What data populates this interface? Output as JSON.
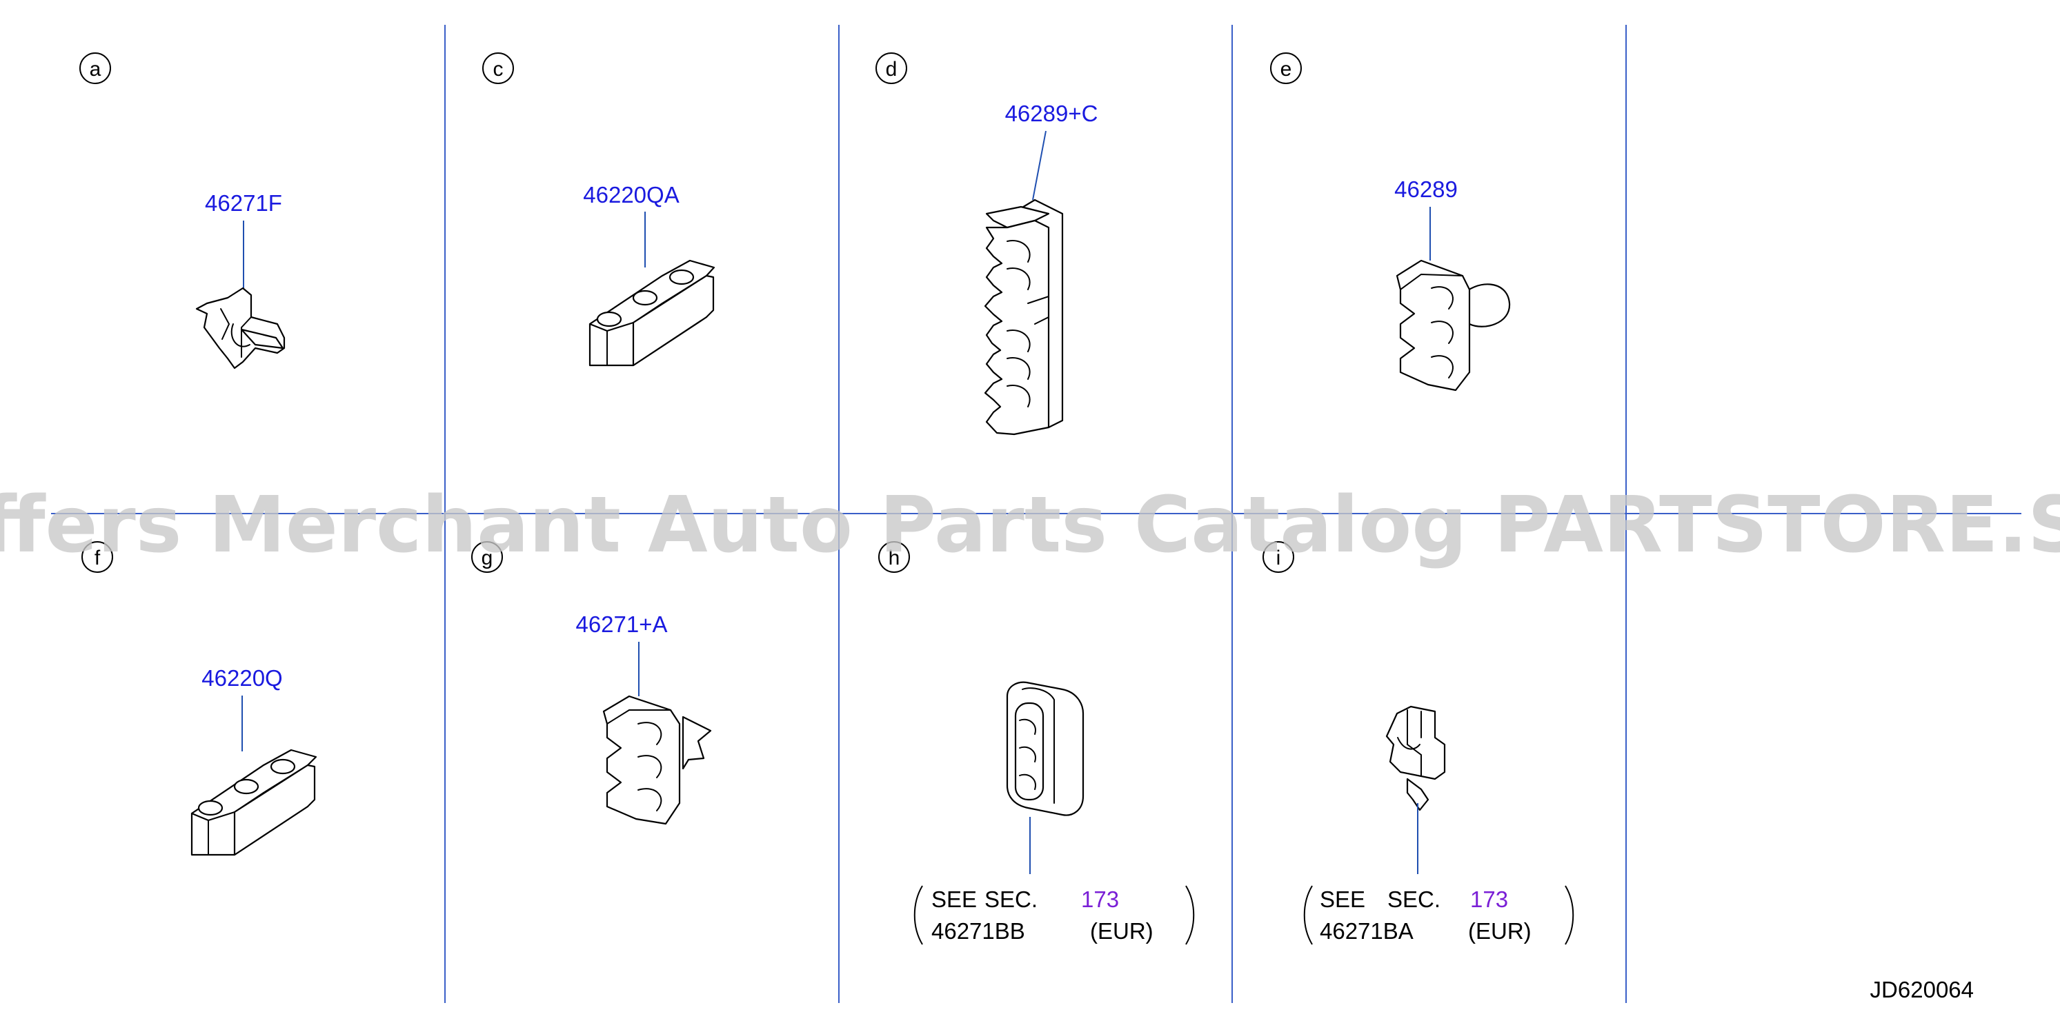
{
  "panels": {
    "a": {
      "letter": "a",
      "part_no": "46271F"
    },
    "c": {
      "letter": "c",
      "part_no": "46220QA"
    },
    "d": {
      "letter": "d",
      "part_no": "46289+C"
    },
    "e": {
      "letter": "e",
      "part_no": "46289"
    },
    "f": {
      "letter": "f",
      "part_no": "46220Q"
    },
    "g": {
      "letter": "g",
      "part_no": "46271+A"
    },
    "h": {
      "letter": "h",
      "note_see": "SEE",
      "note_sec": "SEC.",
      "note_section": "173",
      "note_part": "46271BB",
      "note_region": "(EUR)"
    },
    "i": {
      "letter": "i",
      "note_see": "SEE",
      "note_sec": "SEC.",
      "note_section": "173",
      "note_part": "46271BA",
      "note_region": "(EUR)"
    }
  },
  "diagram_code": "JD620064",
  "watermark": "Offers Merchant Auto Parts Catalog PARTSTORE.SA",
  "colors": {
    "grid_line": "#3a5fc8",
    "part_number": "#1a1adf",
    "section_link": "#7a1fd6",
    "watermark": "#c8c8c8"
  }
}
